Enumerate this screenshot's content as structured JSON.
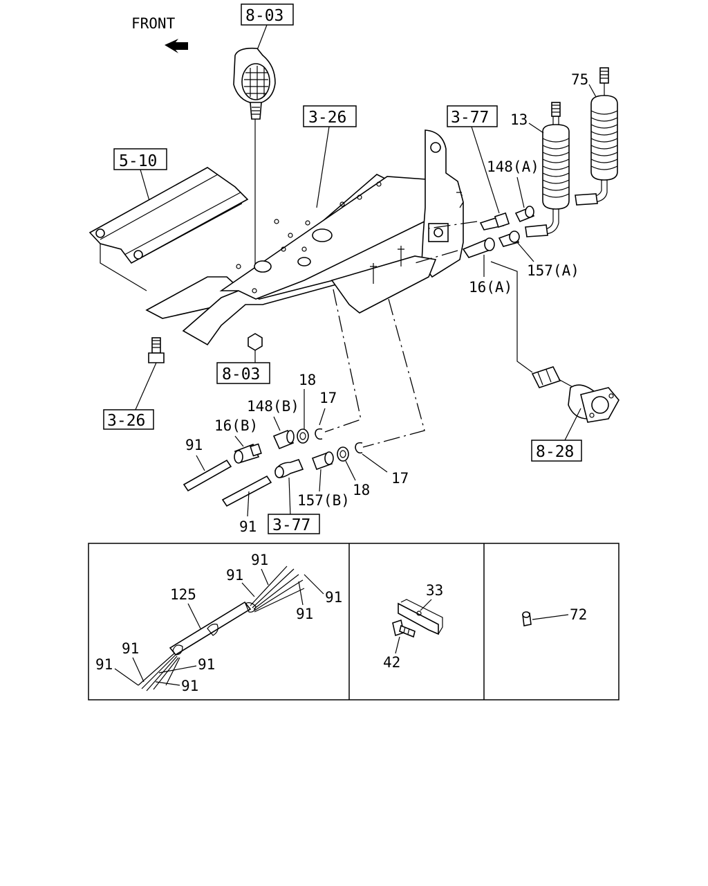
{
  "orientation": {
    "front_label": "FRONT"
  },
  "refs": {
    "r803_top": "8-03",
    "r326_top": "3-26",
    "r510": "5-10",
    "r377_top": "3-77",
    "r803_mid": "8-03",
    "r326_bot": "3-26",
    "r828": "8-28",
    "r377_bot": "3-77"
  },
  "labels": {
    "p13": "13",
    "p75": "75",
    "p148a": "148(A)",
    "p157a": "157(A)",
    "p16a": "16(A)",
    "p18_top": "18",
    "p148b": "148(B)",
    "p17_top": "17",
    "p16b": "16(B)",
    "p91_a": "91",
    "p157b": "157(B)",
    "p18_bot": "18",
    "p17_bot": "17",
    "p91_b": "91"
  },
  "inset_harness": {
    "p125": "125",
    "p91_1": "91",
    "p91_2": "91",
    "p91_3": "91",
    "p91_4": "91",
    "p91_5": "91",
    "p91_6": "91",
    "p91_7": "91"
  },
  "inset_bracket": {
    "p33": "33",
    "p42": "42"
  },
  "inset_fitting": {
    "p72": "72"
  }
}
